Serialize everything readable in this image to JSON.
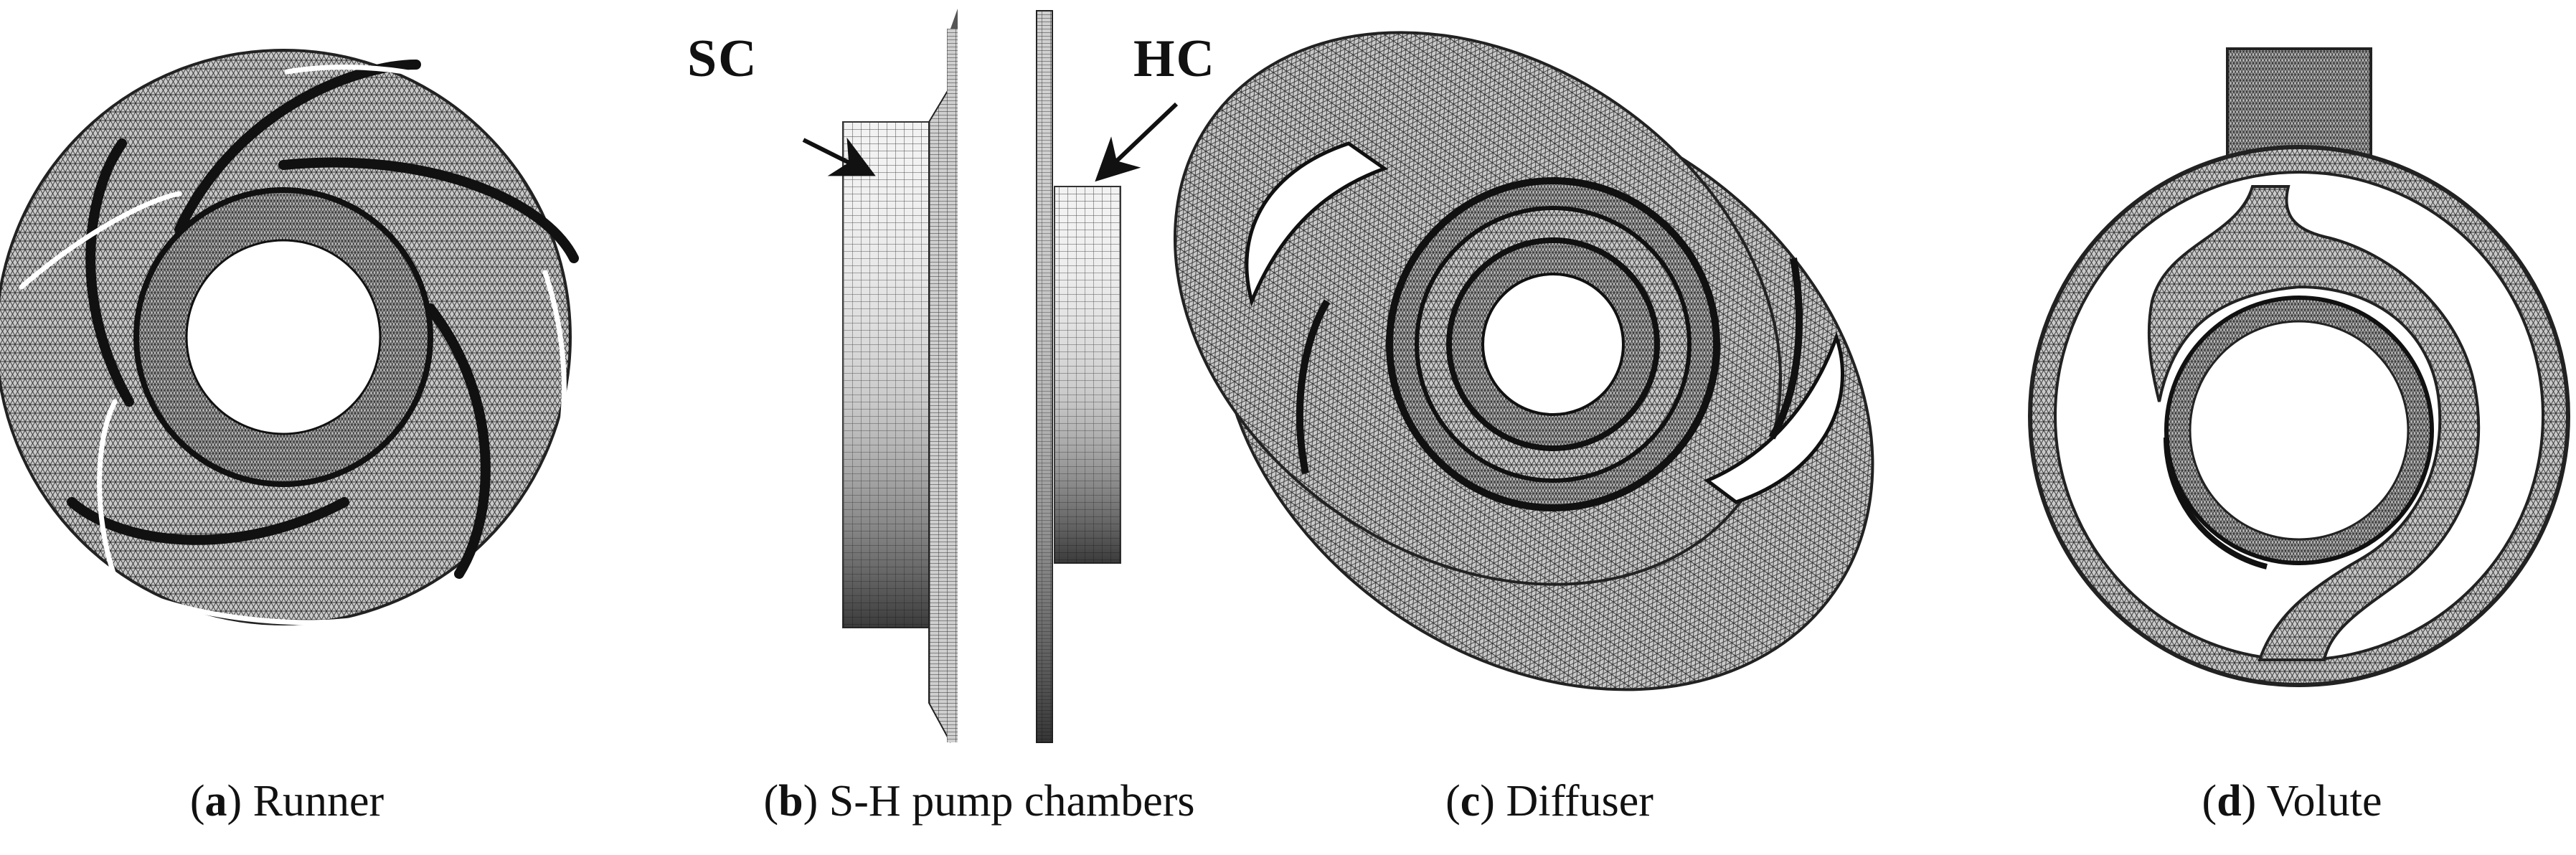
{
  "panels": [
    {
      "id": "a",
      "letter": "a",
      "caption": " Runner"
    },
    {
      "id": "b",
      "letter": "b",
      "caption": " S-H pump chambers"
    },
    {
      "id": "c",
      "letter": "c",
      "caption": " Diffuser"
    },
    {
      "id": "d",
      "letter": "d",
      "caption": " Volute"
    }
  ],
  "callouts": {
    "sc": "SC",
    "hc": "HC"
  },
  "mesh": {
    "stroke": "#3a3a3a",
    "fill": "#bdbdbd",
    "dark": "#222222"
  }
}
